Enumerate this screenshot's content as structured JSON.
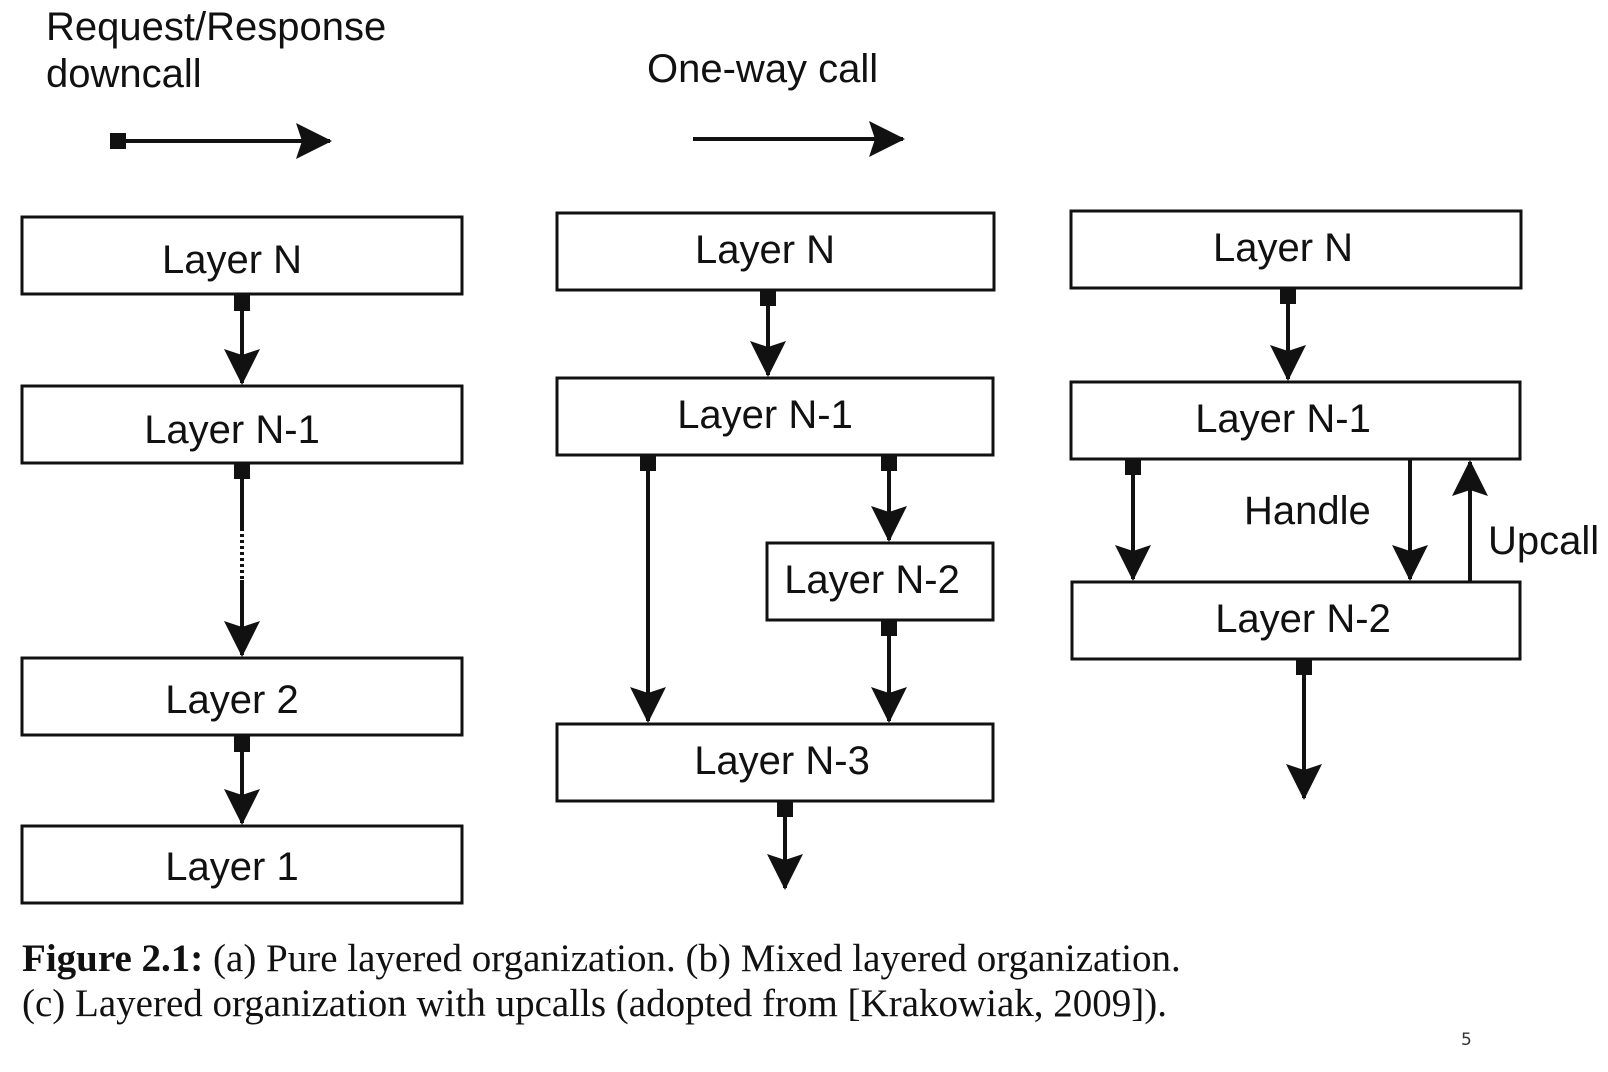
{
  "legend": {
    "request_response": {
      "line1": "Request/Response",
      "line2": "downcall"
    },
    "one_way": "One-way call"
  },
  "diagram_a": {
    "layers": [
      "Layer N",
      "Layer N-1",
      "Layer 2",
      "Layer 1"
    ]
  },
  "diagram_b": {
    "layers": [
      "Layer N",
      "Layer N-1",
      "Layer N-2",
      "Layer N-3"
    ]
  },
  "diagram_c": {
    "layers": [
      "Layer N",
      "Layer N-1",
      "Layer N-2"
    ],
    "handle_label": "Handle",
    "upcall_label": "Upcall"
  },
  "caption": {
    "figure_label": "Figure 2.1:",
    "line1": "(a) Pure layered organization.  (b) Mixed layered organization.",
    "line2": "(c) Layered organization with upcalls (adopted from [Krakowiak, 2009])."
  },
  "page_number": "5"
}
